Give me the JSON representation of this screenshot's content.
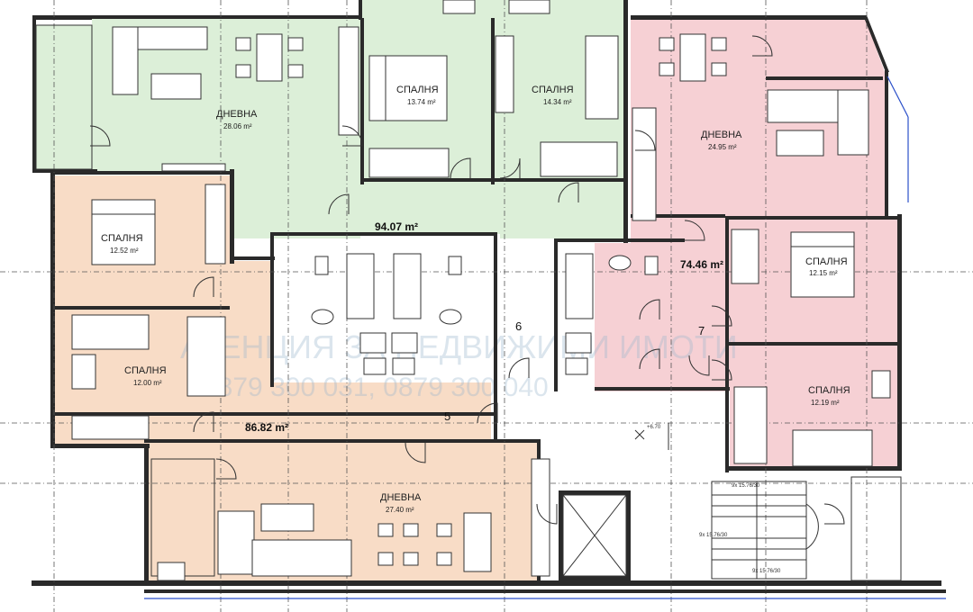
{
  "plan": {
    "rooms": [
      {
        "id": "a6-dnevna",
        "label": "ДНЕВНА",
        "area": "28.06 m²"
      },
      {
        "id": "a6-spalnia1",
        "label": "СПАЛНЯ",
        "area": "13.74 m²"
      },
      {
        "id": "a6-spalnia2",
        "label": "СПАЛНЯ",
        "area": "14.34 m²"
      },
      {
        "id": "a7-dnevna",
        "label": "ДНЕВНА",
        "area": "24.95 m²"
      },
      {
        "id": "a5-spalnia1",
        "label": "СПАЛНЯ",
        "area": "12.52 m²"
      },
      {
        "id": "a7-spalnia1",
        "label": "СПАЛНЯ",
        "area": "12.15 m²"
      },
      {
        "id": "a5-spalnia2",
        "label": "СПАЛНЯ",
        "area": "12.00 m²"
      },
      {
        "id": "a7-spalnia2",
        "label": "СПАЛНЯ",
        "area": "12.19 m²"
      },
      {
        "id": "a5-dnevna",
        "label": "ДНЕВНА",
        "area": "27.40 m²"
      }
    ],
    "apartments": [
      {
        "number": "6",
        "area": "94.07 m²"
      },
      {
        "number": "7",
        "area": "74.46 m²"
      },
      {
        "number": "5",
        "area": "86.82 m²"
      }
    ],
    "level_mark": "+6.70",
    "stair_marks": [
      "9x 15.76/30",
      "9x 15.76/30",
      "9x 15.76/30"
    ],
    "colors": {
      "green": "#dcefd8",
      "pink": "#f6d0d4",
      "orange": "#f8dcc6",
      "wall": "#2a2a2a",
      "grid": "#555555",
      "blue": "#2a4fc9"
    }
  },
  "watermark": {
    "line1": "АГЕНЦИЯ ЗА НЕДВИЖИМИ ИМОТИ",
    "line2": "0879 300 031, 0879 300 040"
  }
}
